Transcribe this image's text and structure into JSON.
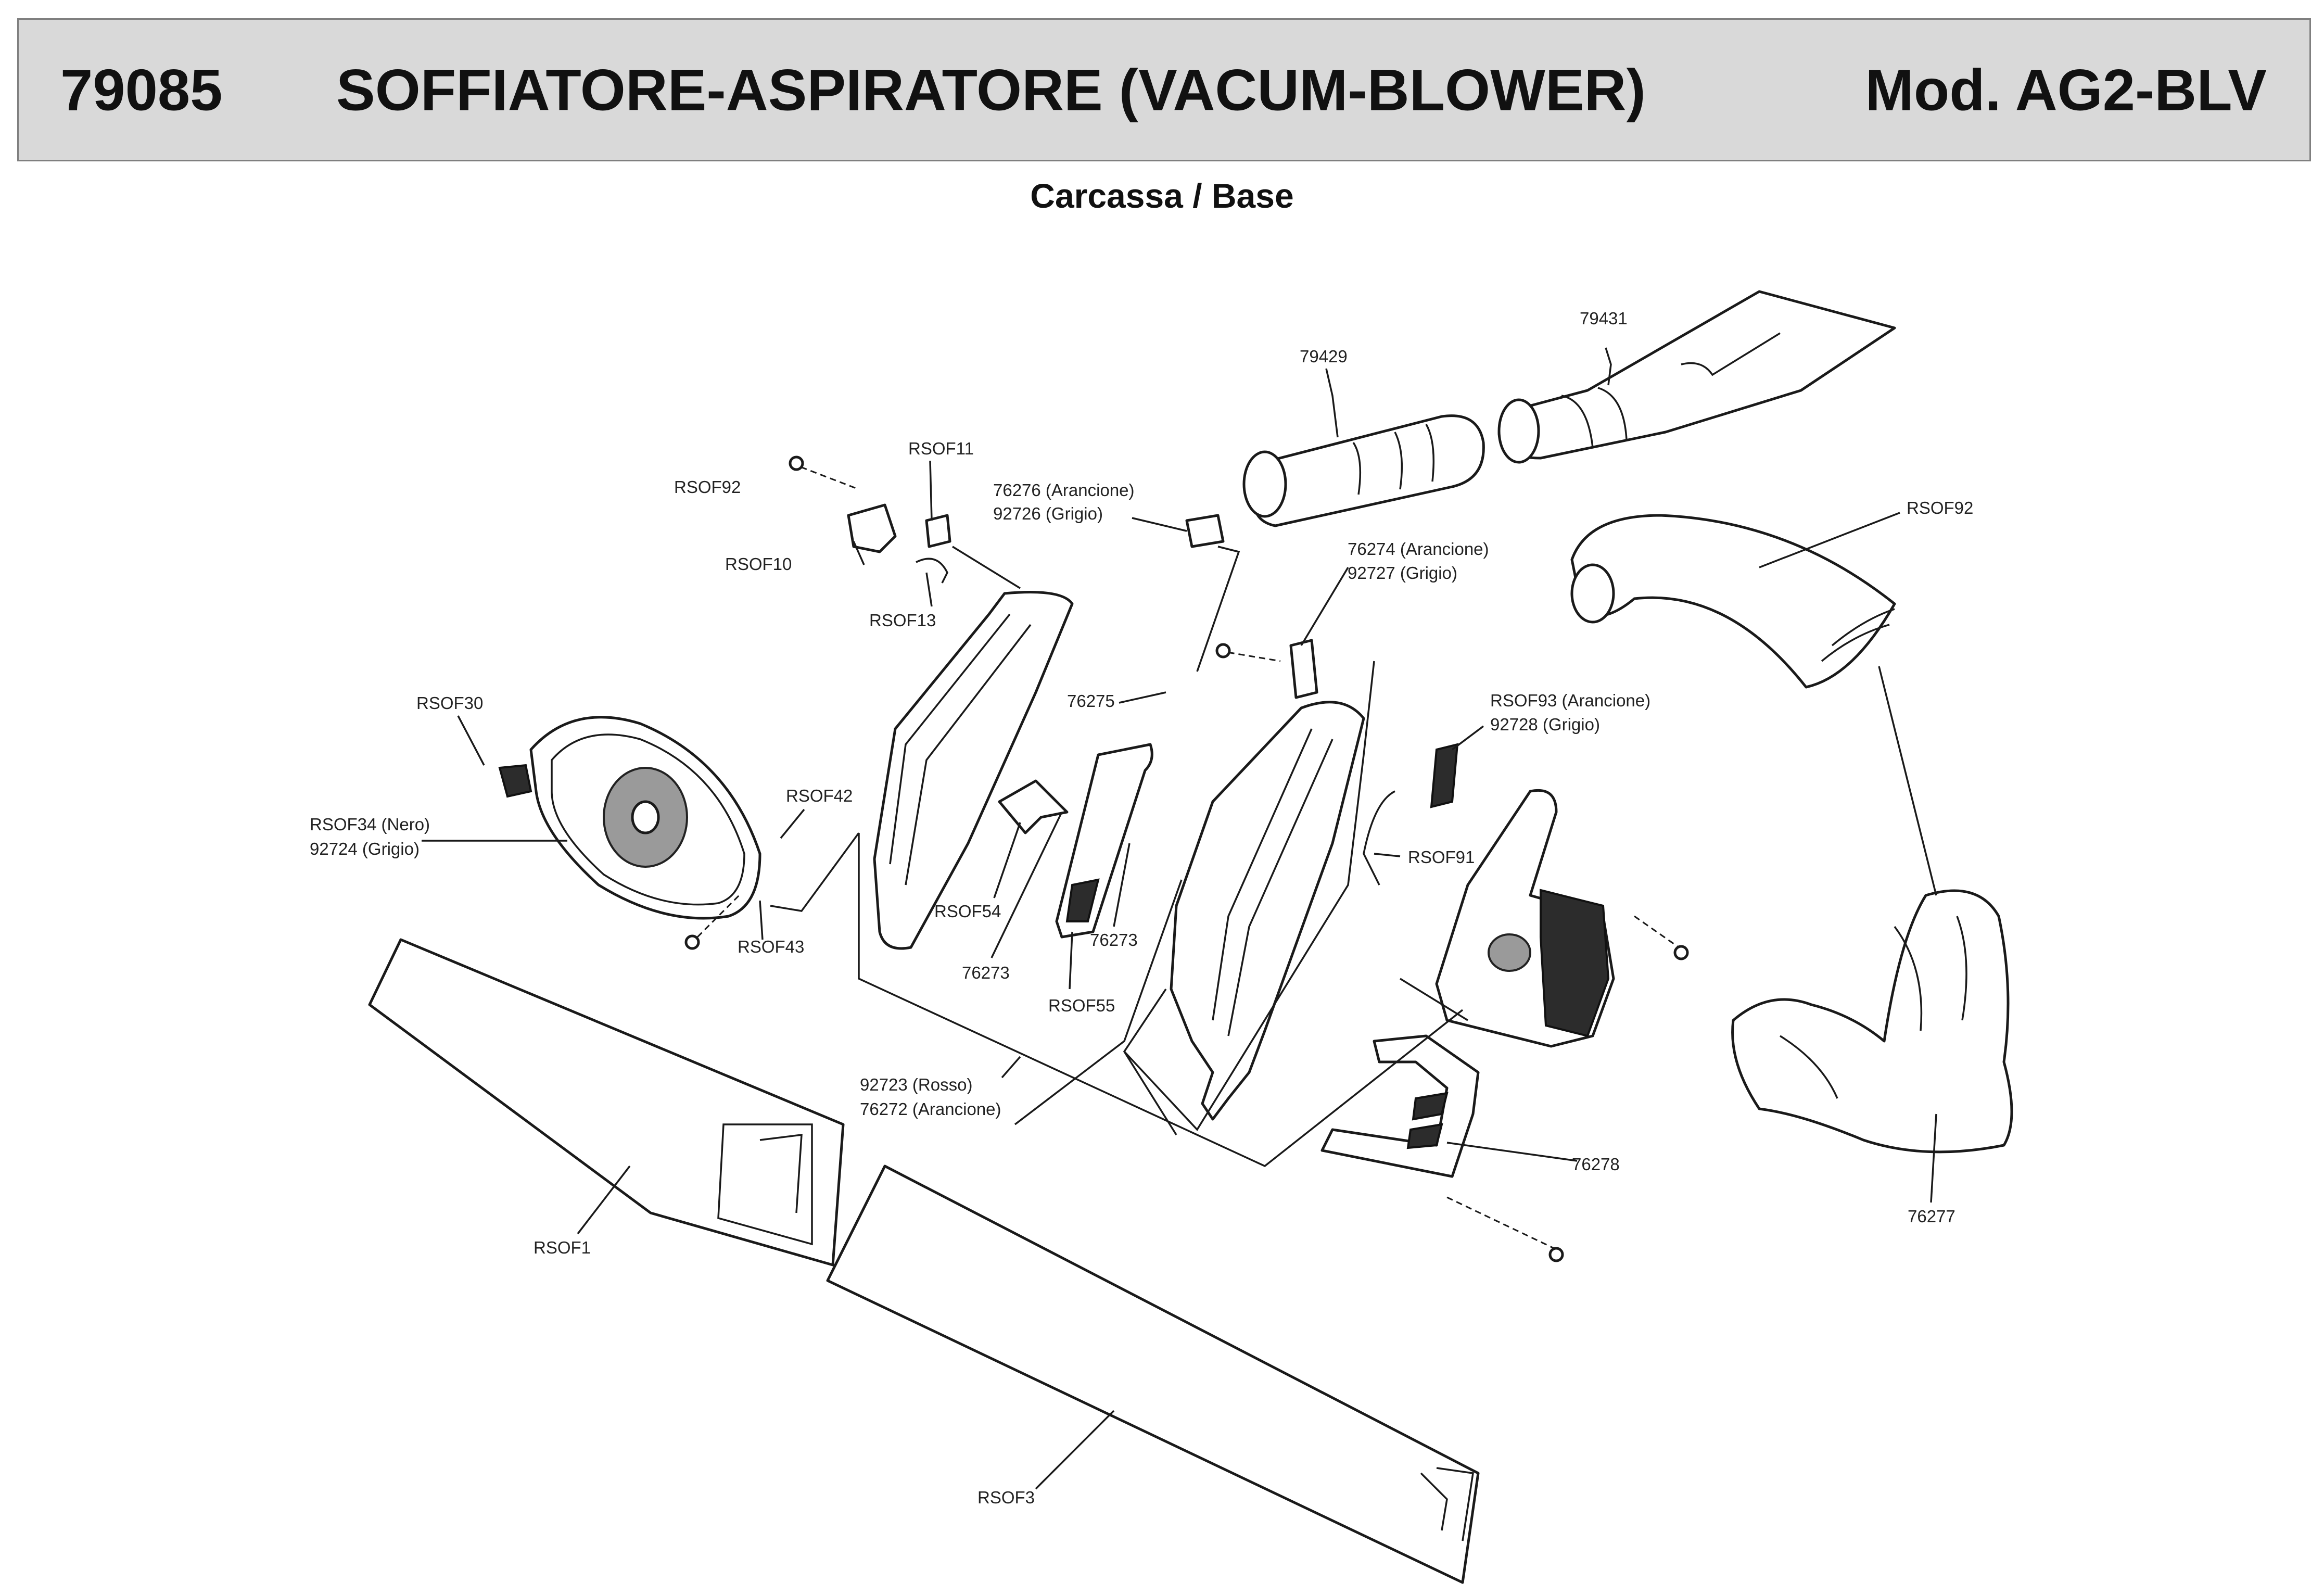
{
  "header": {
    "code": "79085",
    "title": "SOFFIATORE-ASPIRATORE (VACUM-BLOWER)",
    "model": "Mod. AG2-BLV"
  },
  "subtitle": "Carcassa / Base",
  "labels": {
    "p79431": "79431",
    "p79429": "79429",
    "rsof92_top": "RSOF92",
    "rsof11": "RSOF11",
    "p76276_l1": "76276 (Arancione)",
    "p76276_l2": "92726 (Grigio)",
    "rsof10": "RSOF10",
    "rsof13": "RSOF13",
    "rsof92_right": "RSOF92",
    "p76274_l1": "76274 (Arancione)",
    "p76274_l2": "92727 (Grigio)",
    "rsof30": "RSOF30",
    "p76275": "76275",
    "rsof93_l1": "RSOF93 (Arancione)",
    "rsof93_l2": "92728 (Grigio)",
    "rsof34_l1": "RSOF34 (Nero)",
    "rsof34_l2": "92724 (Grigio)",
    "rsof42": "RSOF42",
    "rsof91": "RSOF91",
    "rsof54": "RSOF54",
    "p76273_a": "76273",
    "p76273_b": "76273",
    "rsof43": "RSOF43",
    "rsof55": "RSOF55",
    "p92723_l1": "92723 (Rosso)",
    "p92723_l2": "76272 (Arancione)",
    "p76278": "76278",
    "rsof1": "RSOF1",
    "p76277": "76277",
    "rsof3": "RSOF3"
  },
  "colors": {
    "header_bg": "#d9d9d9",
    "header_border": "#7f7f7f",
    "line": "#1a1a1a"
  }
}
